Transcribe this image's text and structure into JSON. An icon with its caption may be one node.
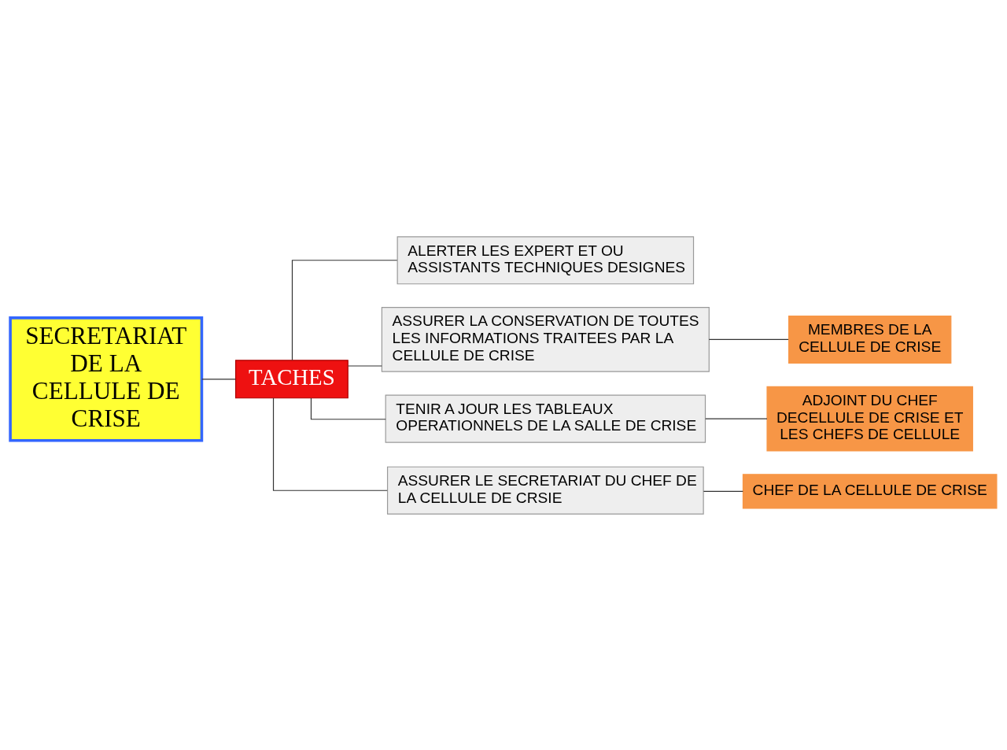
{
  "diagram": {
    "nodes": [
      {
        "text": [
          "SECRETARIAT DE LA CELLULE DE CRISE"
        ]
      },
      {
        "text": [
          "TACHES"
        ]
      },
      {
        "text": [
          "ALERTER LES EXPERT ET OU ASSISTANTS TECHNIQUES DESIGNES"
        ]
      },
      {
        "text": [
          "ASSURER LA CONSERVATION DE TOUTES LES INFORMATIONS TRAITEES PAR LA CELLULE DE CRISE"
        ]
      },
      {
        "text": [
          "MEMBRES DE LA CELLULE DE CRISE"
        ]
      },
      {
        "text": [
          "TENIR A JOUR LES TABLEAUX OPERATIONNELS DE LA SALLE DE CRISE"
        ]
      },
      {
        "text": [
          "ADJOINT DU CHEF DECELLULE DE CRISE ET LES CHEFS DE CELLULE"
        ]
      },
      {
        "text": [
          "ASSURER LE SECRETARIAT DU CHEF DE LA CELLULE DE CRSIE"
        ]
      },
      {
        "text": [
          "CHEF DE LA CELLULE DE CRISE"
        ]
      }
    ],
    "edges": [
      {
        "from": 0,
        "to": 1,
        "arrow": "none"
      },
      {
        "from": 1,
        "to": 2,
        "arrow": "none"
      },
      {
        "from": 1,
        "to": 3,
        "arrow": "none"
      },
      {
        "from": 1,
        "to": 5,
        "arrow": "none"
      },
      {
        "from": 1,
        "to": 7,
        "arrow": "none"
      },
      {
        "from": 3,
        "to": 4,
        "arrow": "none"
      },
      {
        "from": 5,
        "to": 6,
        "arrow": "none"
      },
      {
        "from": 7,
        "to": 8,
        "arrow": "none"
      }
    ]
  }
}
